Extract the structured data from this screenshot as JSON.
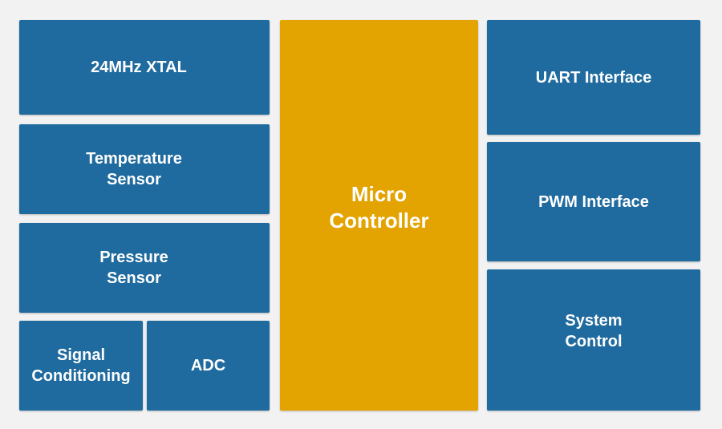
{
  "colors": {
    "block": "#1f6a9e",
    "core": "#e3a300",
    "background": "#f2f2f2",
    "text": "#ffffff"
  },
  "blocks": {
    "xtal": "24MHz XTAL",
    "temp": "Temperature\nSensor",
    "pressure": "Pressure\nSensor",
    "signal": "Signal\nConditioning",
    "adc": "ADC",
    "mcu": "Micro\nController",
    "uart": "UART Interface",
    "pwm": "PWM Interface",
    "sysctl": "System\nControl"
  }
}
